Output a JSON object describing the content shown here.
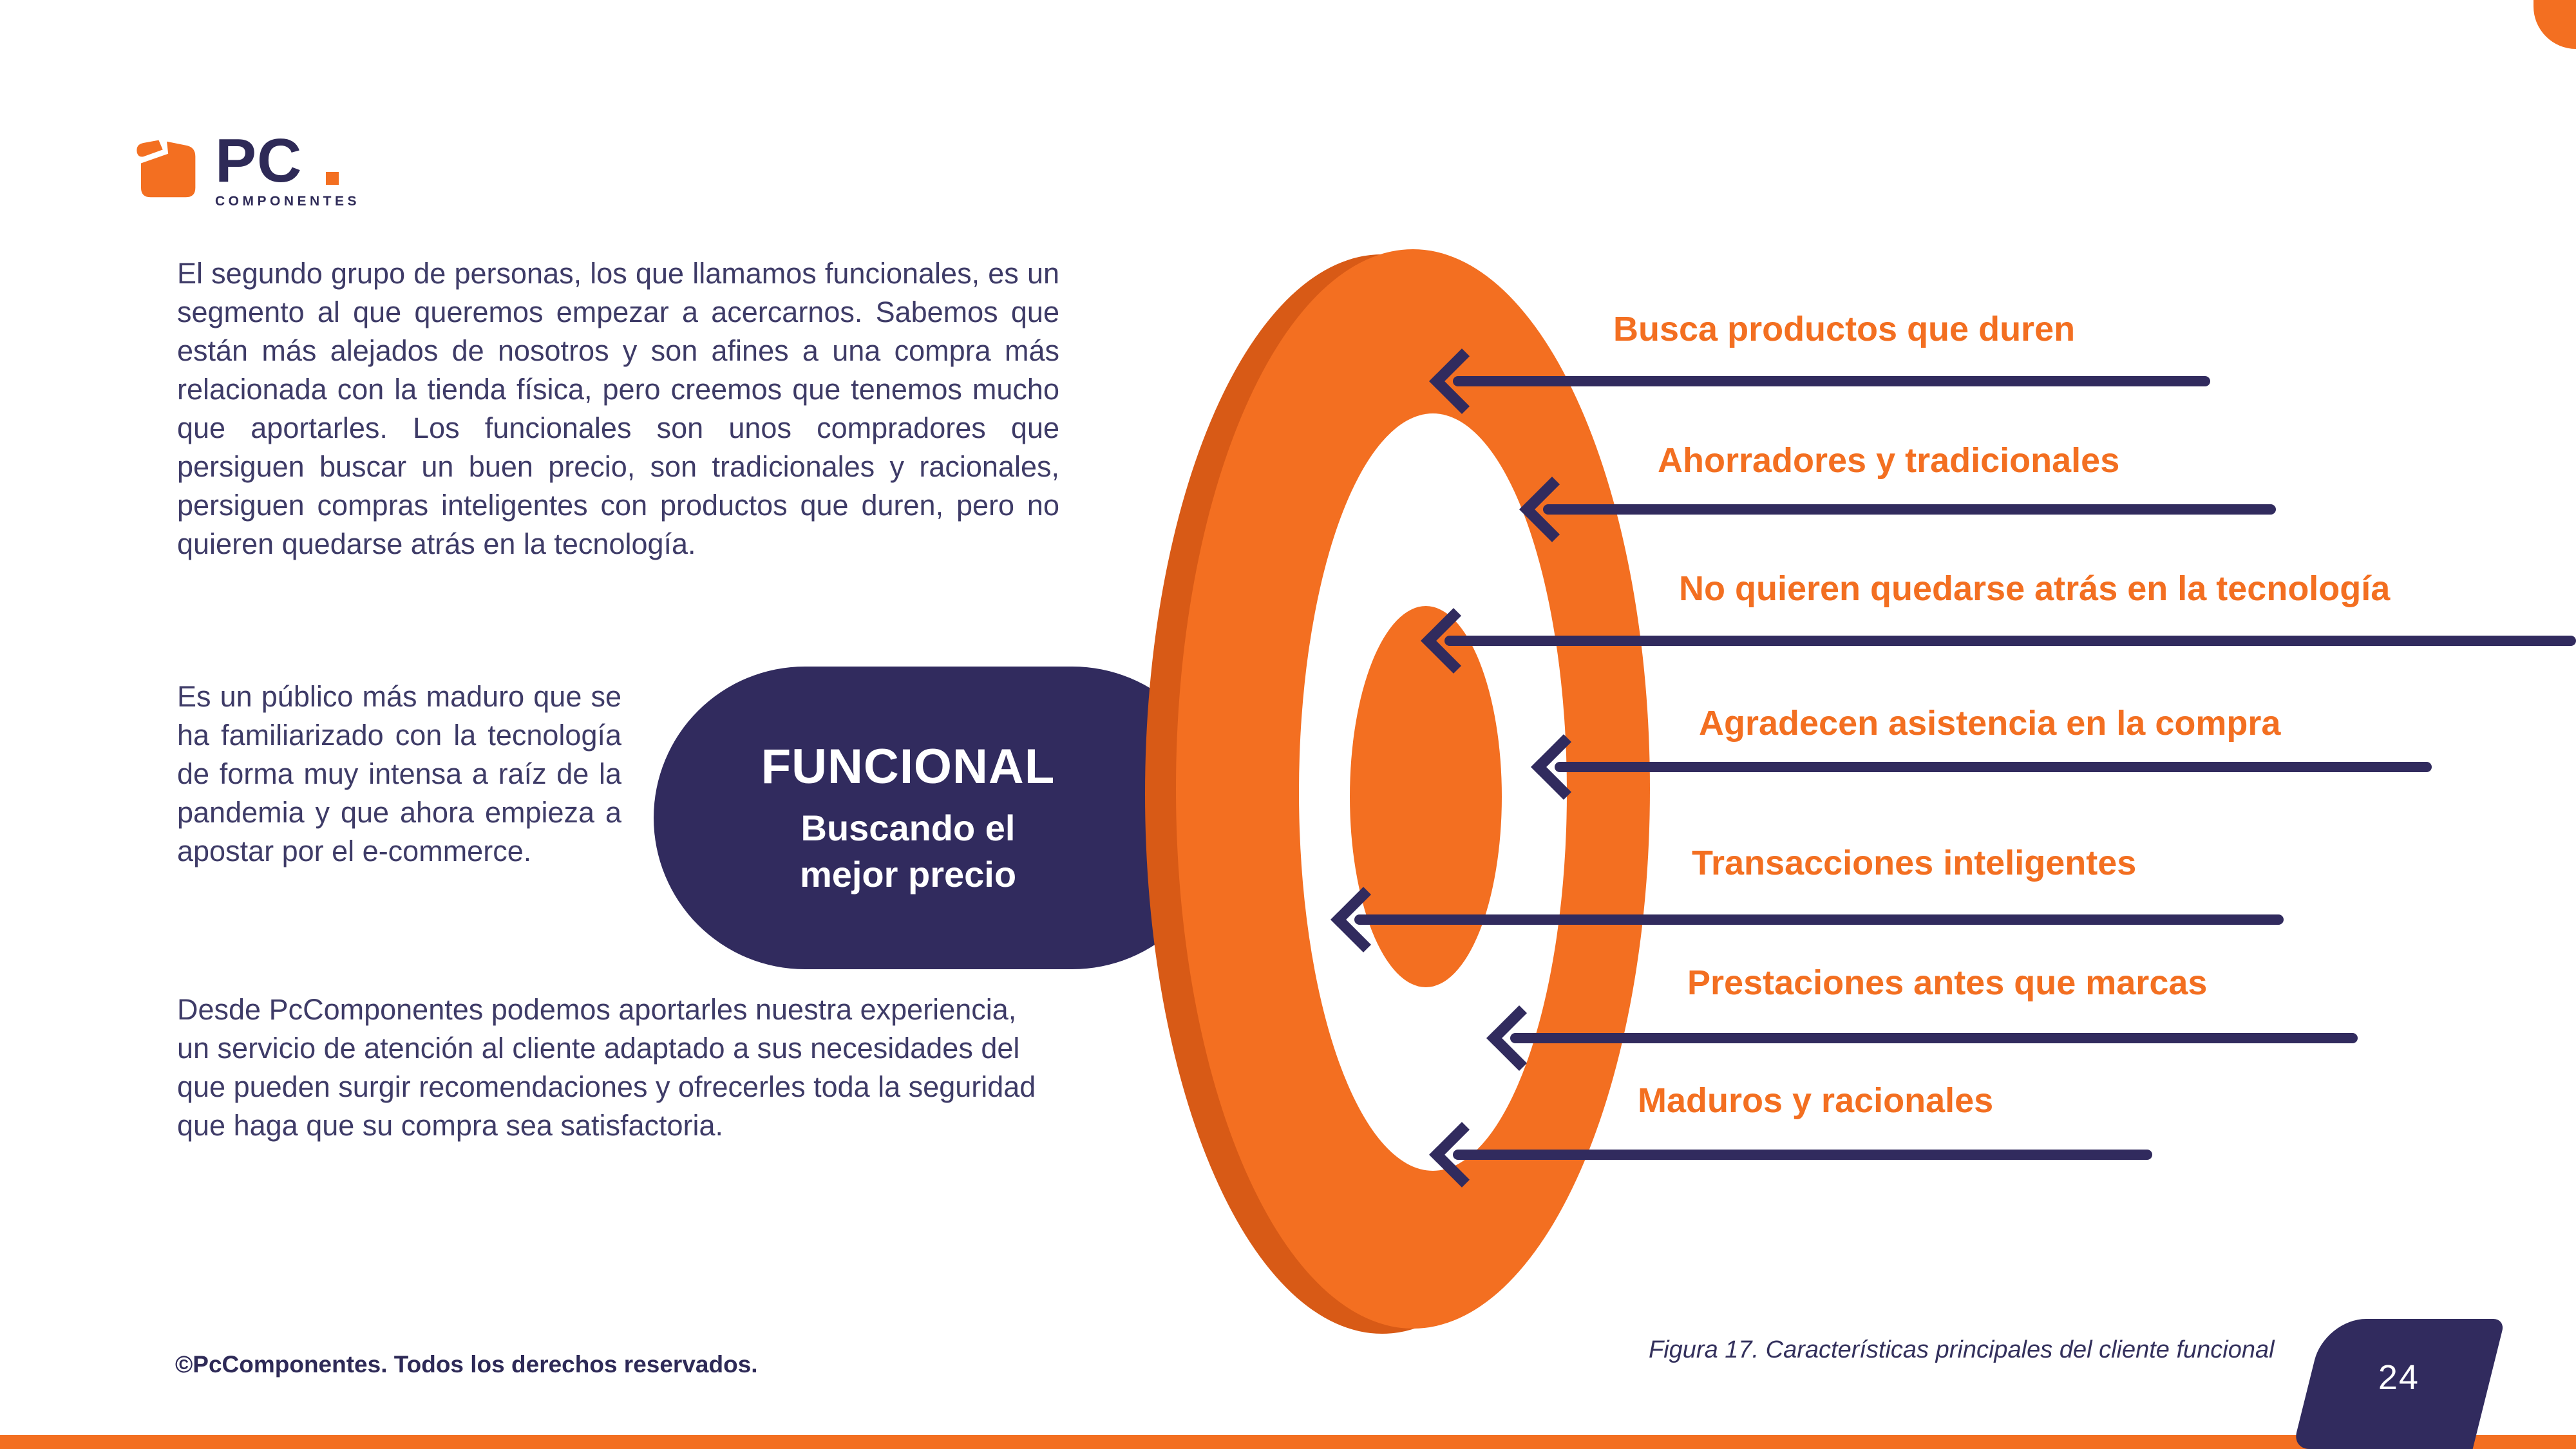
{
  "page": {
    "number": "24"
  },
  "logo": {
    "name": "PC",
    "sub": "COMPONENTES"
  },
  "paragraphs": {
    "p1": "El segundo grupo de personas, los que llamamos funcionales, es un segmento al que queremos empezar a acercarnos. Sabemos que están más alejados de nosotros y son afines a una compra más relacionada con la tienda física, pero creemos que tenemos mucho que aportarles. Los funcionales son unos compradores que persiguen buscar un buen precio, son tradicionales y racionales, persiguen compras inteligentes con productos que duren, pero no quieren quedarse atrás en la tecnología.",
    "p2": "Es un público más maduro que se ha familiarizado con la tecnología de forma muy intensa a raíz de la pandemia y que ahora empieza a apostar por el e-commerce.",
    "p3": "Desde PcComponentes podemos aportarles nuestra experiencia, un servicio de atención al cliente adaptado a sus necesidades del que pueden surgir recomendaciones y ofrecerles toda la seguridad que haga que su compra sea satisfactoria."
  },
  "capsule": {
    "title": "FUNCIONAL",
    "subtitle": "Buscando el mejor precio"
  },
  "diagram": {
    "items": [
      {
        "label": "Busca productos que duren"
      },
      {
        "label": "Ahorradores y tradicionales"
      },
      {
        "label": "No quieren quedarse atrás en la tecnología"
      },
      {
        "label": "Agradecen asistencia en la compra"
      },
      {
        "label": "Transacciones inteligentes"
      },
      {
        "label": "Prestaciones antes que marcas"
      },
      {
        "label": "Maduros y racionales"
      }
    ]
  },
  "caption": "Figura 17. Características principales del cliente funcional",
  "footer": "©PcComponentes. Todos los derechos reservados.",
  "colors": {
    "orange": "#F36F21",
    "orange_dark": "#D85A16",
    "navy": "#312B5E",
    "body_text": "#3E3B67"
  }
}
